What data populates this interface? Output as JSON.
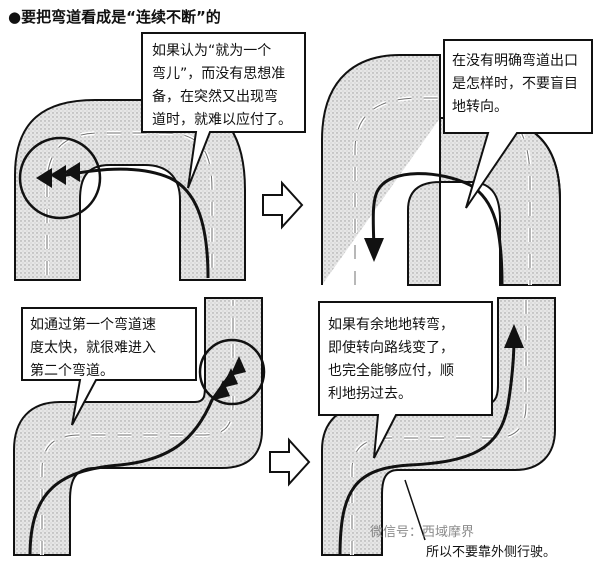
{
  "title": "●要把弯道看成是“连续不断”的",
  "panels": [
    {
      "id": "top-left",
      "text": "如果认为“就为一个\n弯儿”，而没有思想准\n备，在突然又出现弯\n道时，就难以应付了。"
    },
    {
      "id": "top-right",
      "text": "在没有明确弯道出口\n是怎样时，不要盲目\n地转向。"
    },
    {
      "id": "bottom-left",
      "text": "如通过第一个弯道速\n度太快，就很难进入\n第二个弯道。"
    },
    {
      "id": "bottom-right",
      "text": "如果有余地地转弯，\n即使转向路线变了，\n也完全能够应付，顺\n利地拐过去。"
    }
  ],
  "caption": "所以不要靠外侧行驶。",
  "watermark": "微信号：西域摩界",
  "colors": {
    "ink": "#111111",
    "road": "#dcdcdc",
    "paper": "#ffffff"
  }
}
